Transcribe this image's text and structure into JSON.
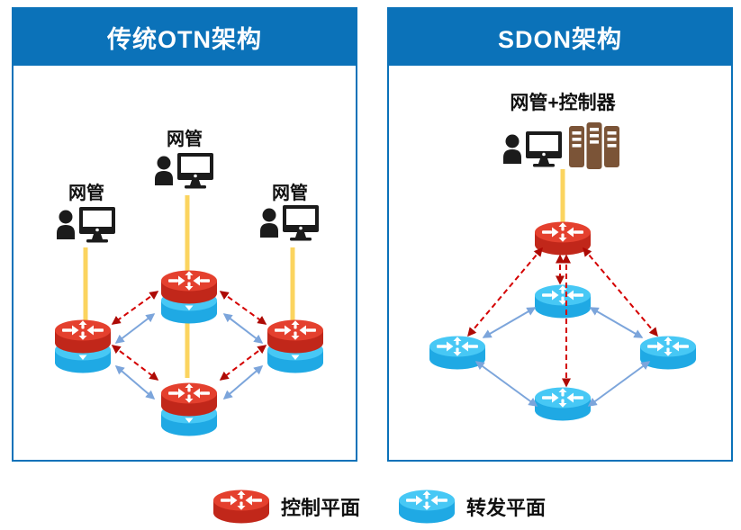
{
  "panels": {
    "traditional": {
      "title": "传统OTN架构",
      "managers": [
        {
          "label": "网管",
          "icon": "admin-workstation-icon"
        },
        {
          "label": "网管",
          "icon": "admin-workstation-icon"
        },
        {
          "label": "网管",
          "icon": "admin-workstation-icon"
        }
      ]
    },
    "sdon": {
      "title": "SDON架构",
      "controller_label": "网管+控制器",
      "controller_icons": [
        "admin-workstation-icon",
        "server-rack-icon"
      ]
    }
  },
  "legend": {
    "items": [
      {
        "icon": "control-plane-router-icon",
        "label": "控制平面",
        "color": "#E4402E"
      },
      {
        "icon": "forwarding-plane-router-icon",
        "label": "转发平面",
        "color": "#47C8F5"
      }
    ]
  },
  "colors": {
    "header_bg": "#0B72B9",
    "panel_border": "#0B72B9",
    "header_text": "#FFFFFF",
    "control_router_top": "#E4402E",
    "control_router_side": "#C1271A",
    "forwarding_router_top": "#47C8F5",
    "forwarding_router_side": "#1FA9E4",
    "control_link": "#D40000",
    "control_link_arrowhead": "#AD0A05",
    "forwarding_link": "#7CA5DB",
    "management_link": "#FBD45F",
    "workstation_icon": "#1B1B1B",
    "server_icon": "#7B5437"
  },
  "diagram": {
    "traditional": {
      "node_type": "stacked router: control plane (red) on forwarding plane (blue)",
      "nodes": [
        "top",
        "left",
        "right",
        "bottom"
      ],
      "control_links": [
        [
          "top",
          "left"
        ],
        [
          "top",
          "right"
        ],
        [
          "left",
          "bottom"
        ],
        [
          "right",
          "bottom"
        ]
      ],
      "forwarding_links": [
        [
          "top",
          "left"
        ],
        [
          "top",
          "right"
        ],
        [
          "left",
          "bottom"
        ],
        [
          "right",
          "bottom"
        ]
      ],
      "management_links": [
        [
          "manager-left",
          "left"
        ],
        [
          "manager-center",
          "top"
        ],
        [
          "manager-center",
          "bottom"
        ],
        [
          "manager-right",
          "right"
        ]
      ]
    },
    "sdon": {
      "controller_node": "control-plane router (red)",
      "forwarding_nodes": [
        "top",
        "left",
        "right",
        "bottom"
      ],
      "control_links": [
        [
          "controller",
          "top"
        ],
        [
          "controller",
          "left"
        ],
        [
          "controller",
          "right"
        ],
        [
          "controller",
          "bottom"
        ]
      ],
      "forwarding_links": [
        [
          "top",
          "left"
        ],
        [
          "top",
          "right"
        ],
        [
          "left",
          "bottom"
        ],
        [
          "right",
          "bottom"
        ]
      ],
      "management_links": [
        [
          "manager+controller",
          "controller"
        ]
      ]
    }
  }
}
